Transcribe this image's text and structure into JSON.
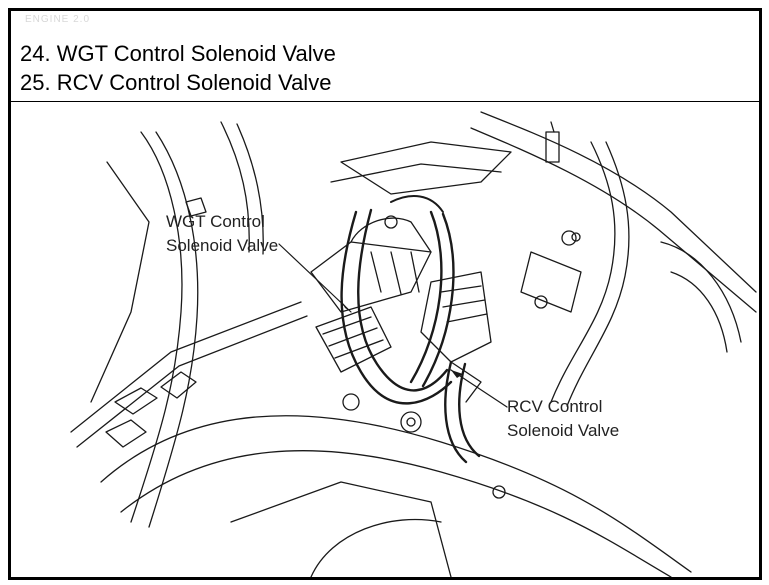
{
  "caption": {
    "faint_header": "ENGINE 2.0",
    "lines": [
      "24. WGT Control Solenoid Valve",
      "25. RCV Control Solenoid Valve"
    ]
  },
  "figure": {
    "wgt_label": [
      "WGT Control",
      "Solenoid Valve"
    ],
    "rcv_label": [
      "RCV Control",
      "Solenoid Valve"
    ]
  },
  "colors": {
    "border": "#000000",
    "line_art": "#1a1a1a",
    "background": "#ffffff"
  }
}
